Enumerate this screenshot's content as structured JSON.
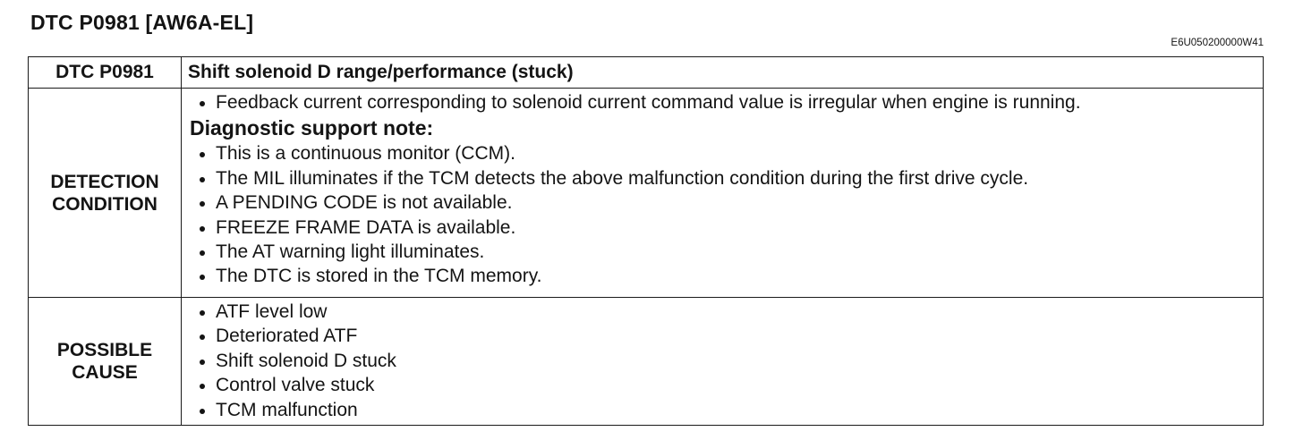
{
  "page": {
    "title": "DTC P0981 [AW6A-EL]",
    "doc_code": "E6U050200000W41"
  },
  "table": {
    "header": {
      "code": "DTC P0981",
      "description": "Shift solenoid D range/performance (stuck)"
    },
    "detection": {
      "label_line1": "DETECTION",
      "label_line2": "CONDITION",
      "items": [
        "Feedback current corresponding to solenoid current command value is irregular when engine is running."
      ],
      "note_heading": "Diagnostic support note:",
      "notes": [
        "This is a continuous monitor (CCM).",
        "The MIL illuminates if the TCM detects the above malfunction condition during the first drive cycle.",
        "A PENDING CODE is not available.",
        "FREEZE FRAME DATA is available.",
        "The AT warning light illuminates.",
        "The DTC is stored in the TCM memory."
      ]
    },
    "cause": {
      "label_line1": "POSSIBLE",
      "label_line2": "CAUSE",
      "items": [
        "ATF level low",
        "Deteriorated ATF",
        "Shift solenoid D stuck",
        "Control valve stuck",
        "TCM malfunction"
      ]
    }
  }
}
